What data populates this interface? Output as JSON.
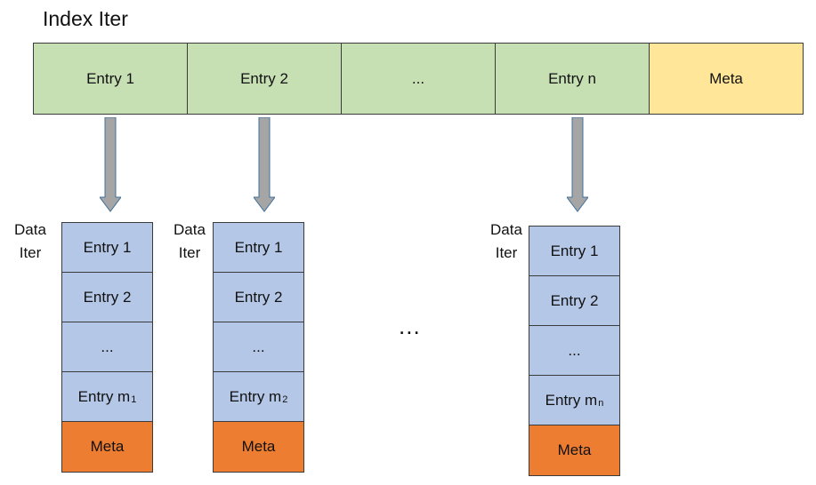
{
  "title": "Index Iter",
  "index_iter": {
    "cells": [
      {
        "label": "Entry 1",
        "kind": "entry"
      },
      {
        "label": "Entry 2",
        "kind": "entry"
      },
      {
        "label": "...",
        "kind": "entry"
      },
      {
        "label": "Entry n",
        "kind": "entry"
      },
      {
        "label": "Meta",
        "kind": "meta"
      }
    ]
  },
  "data_iters": [
    {
      "label_line1": "Data",
      "label_line2": "Iter",
      "cells": [
        {
          "label": "Entry 1",
          "kind": "entry"
        },
        {
          "label": "Entry 2",
          "kind": "entry"
        },
        {
          "label": "...",
          "kind": "entry"
        },
        {
          "label": "Entry m",
          "sub": "1",
          "kind": "entry"
        },
        {
          "label": "Meta",
          "kind": "meta"
        }
      ]
    },
    {
      "label_line1": "Data",
      "label_line2": "Iter",
      "cells": [
        {
          "label": "Entry 1",
          "kind": "entry"
        },
        {
          "label": "Entry 2",
          "kind": "entry"
        },
        {
          "label": "...",
          "kind": "entry"
        },
        {
          "label": "Entry m",
          "sub": "2",
          "kind": "entry"
        },
        {
          "label": "Meta",
          "kind": "meta"
        }
      ]
    },
    {
      "label_line1": "Data",
      "label_line2": "Iter",
      "cells": [
        {
          "label": "Entry 1",
          "kind": "entry"
        },
        {
          "label": "Entry 2",
          "kind": "entry"
        },
        {
          "label": "...",
          "kind": "entry"
        },
        {
          "label": "Entry m",
          "sub": "n",
          "kind": "entry"
        },
        {
          "label": "Meta",
          "kind": "meta"
        }
      ]
    }
  ],
  "between_ellipsis": "...",
  "colors": {
    "index_entry": "#c6e0b4",
    "index_meta": "#ffe699",
    "data_entry": "#b4c7e7",
    "data_meta": "#ed7d31",
    "arrow_fill": "#a5a5a5",
    "arrow_stroke": "#41719c"
  }
}
